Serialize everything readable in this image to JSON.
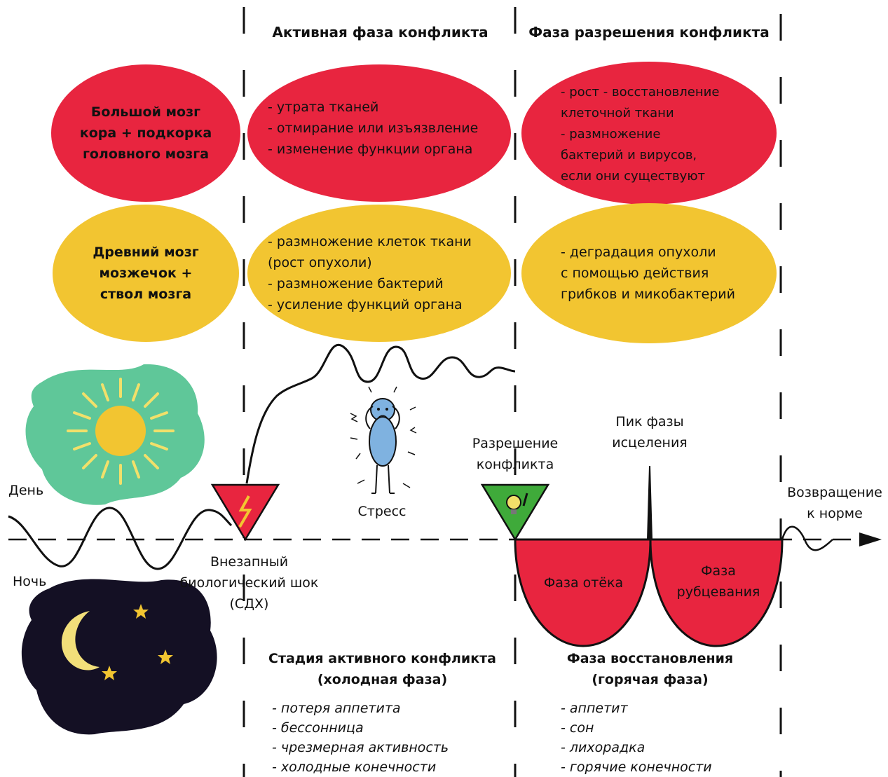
{
  "headers": {
    "active_phase": "Активная фаза конфликта",
    "resolution_phase": "Фаза разрешения конфликта"
  },
  "rows": [
    {
      "color": "#e8253f",
      "label": "Большой мозг\nкора + подкорка\nголовного мозга",
      "active": "- утрата тканей\n- отмирание или изъязвление\n- изменение функции органа",
      "resolution": "- рост - восстановление\nклеточной ткани\n- размножение\nбактерий и вирусов,\nесли они существуют"
    },
    {
      "color": "#f2c531",
      "label": "Древний мозг\nмозжечок +\nствол мозга",
      "active": "- размножение клеток ткани\n(рост опухоли)\n- размножение бактерий\n- усиление функций органа",
      "resolution": "- деградация опухоли\nс помощью действия\nгрибков и микобактерий"
    }
  ],
  "labels": {
    "day": "День",
    "night": "Ночь",
    "shock": "Внезапный\nбиологический шок\n(СДХ)",
    "stress": "Стресс",
    "resolution": "Разрешение\nконфликта",
    "peak": "Пик фазы\nисцеления",
    "return_normal": "Возвращение\nк норме",
    "edema": "Фаза отёка",
    "scarring": "Фаза\nрубцевания"
  },
  "bottom": {
    "active_title": "Стадия активного конфликта\n(холодная фаза)",
    "active_items": [
      "- потеря аппетита",
      "- бессонница",
      "- чрезмерная активность",
      "- холодные конечности"
    ],
    "recovery_title": "Фаза восстановления\n(горячая фаза)",
    "recovery_items": [
      "- аппетит",
      "- сон",
      "- лихорадка",
      "- горячие конечности"
    ]
  },
  "colors": {
    "red": "#e8253f",
    "yellow": "#f2c531",
    "day_cloud": "#5fc799",
    "night_cloud": "#141024",
    "sun": "#f2c531",
    "figure": "#7fb2e0",
    "triangle_green": "#3faa3a"
  },
  "icons": [
    "sun-icon",
    "moon-icon",
    "star-icon",
    "lightning-icon",
    "lightbulb-icon",
    "stressed-person-icon"
  ]
}
